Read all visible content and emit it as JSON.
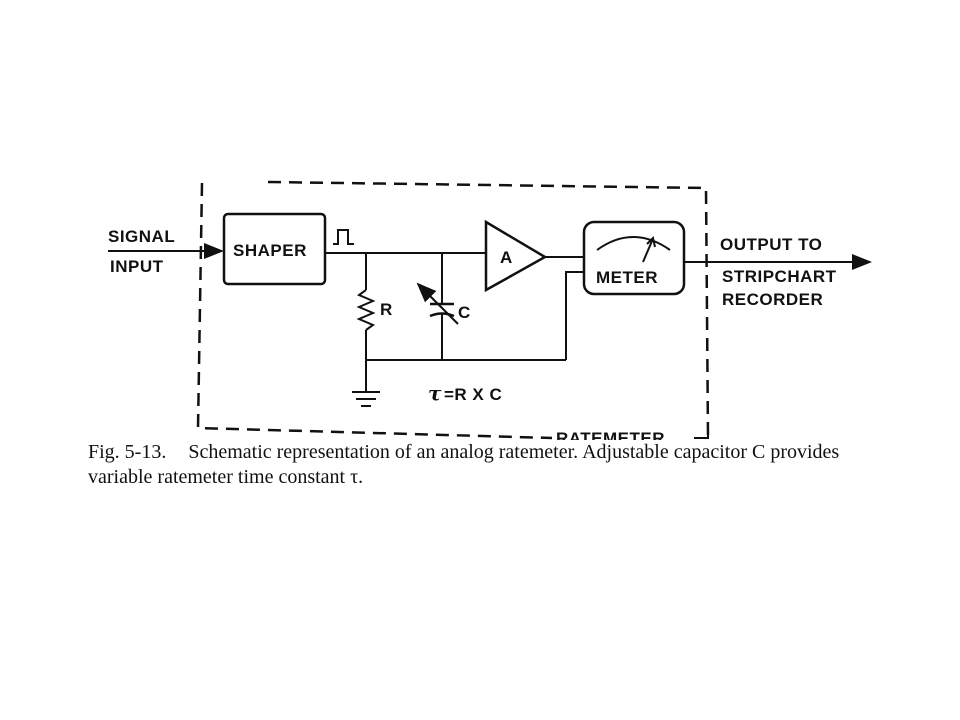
{
  "diagram": {
    "labels": {
      "signal": "SIGNAL",
      "input": "INPUT",
      "shaper": "SHAPER",
      "amp": "A",
      "meter": "METER",
      "output_to": "OUTPUT TO",
      "stripchart": "STRIPCHART",
      "recorder": "RECORDER",
      "r": "R",
      "c": "C",
      "tau_formula": "=R X C",
      "ratemeter": "RATEMETER"
    }
  },
  "caption": {
    "figure": "Fig. 5-13.",
    "text": "Schematic representation of an analog ratemeter. Adjustable capacitor C provides variable ratemeter time constant τ."
  }
}
